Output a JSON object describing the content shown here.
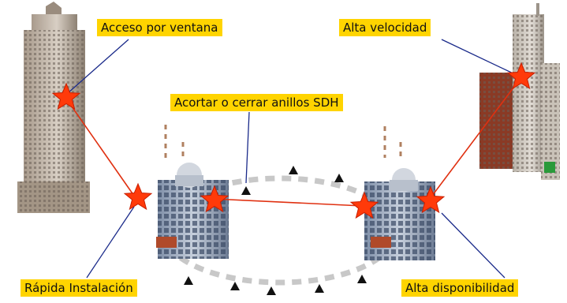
{
  "labels": {
    "acceso": "Acceso por ventana",
    "alta_velocidad": "Alta velocidad",
    "acortar": "Acortar o cerrar anillos SDH",
    "rapida": "Rápida Instalación",
    "alta_disponibilidad": "Alta disponibilidad"
  },
  "colors": {
    "callout_bg": "#ffd400",
    "link_line": "#e03010",
    "star": "#ff3a0a",
    "pointer_line": "#1a2a8a",
    "ring_dash": "#c8c8c8"
  }
}
